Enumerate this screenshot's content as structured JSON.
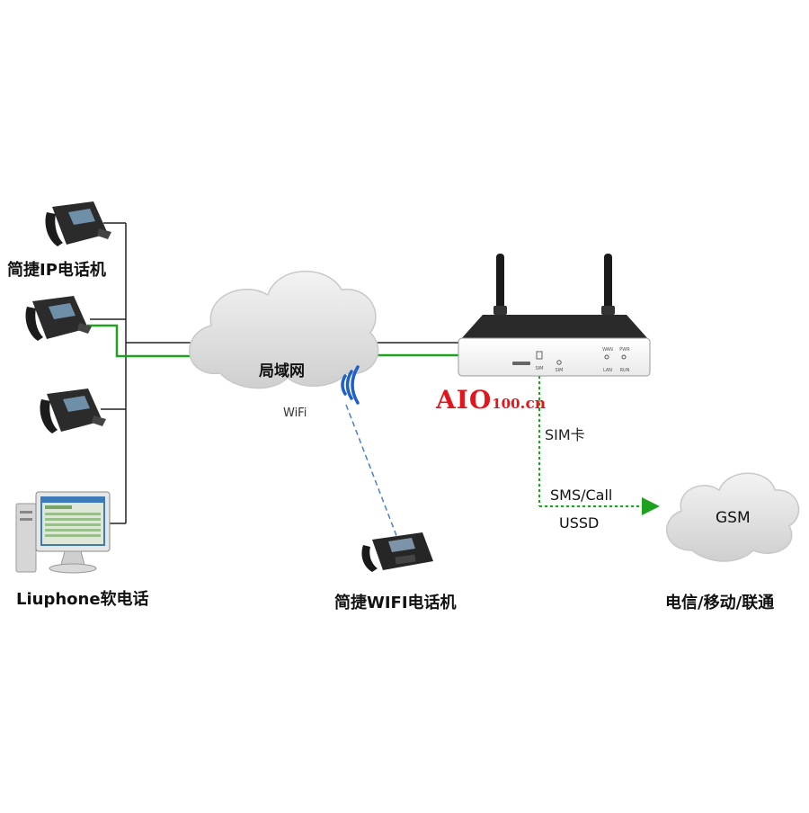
{
  "labels": {
    "ip_phones": "简捷IP电话机",
    "softphone": "Liuphone软电话",
    "lan_cloud": "局域网",
    "wifi": "WiFi",
    "wifi_phone": "简捷WIFI电话机",
    "sim_card": "SIM卡",
    "sms_call": "SMS/Call",
    "ussd": "USSD",
    "gsm": "GSM",
    "carriers": "电信/移动/联通"
  },
  "brand": {
    "part1": "AIO",
    "part2": "100",
    "part3": ".cn",
    "color": "#e3141b"
  },
  "gateway_panel": {
    "sim1": "SIM",
    "sim2": "SIM",
    "wan": "WAN",
    "pwr": "PWR",
    "lan": "LAN",
    "run": "RUN"
  },
  "colors": {
    "ethernet": "#222222",
    "green_link": "#1ea11e",
    "wifi_dash": "#4a7fd0",
    "wifi_signal": "#1f5fc9",
    "cloud": "#e2e2e2"
  }
}
